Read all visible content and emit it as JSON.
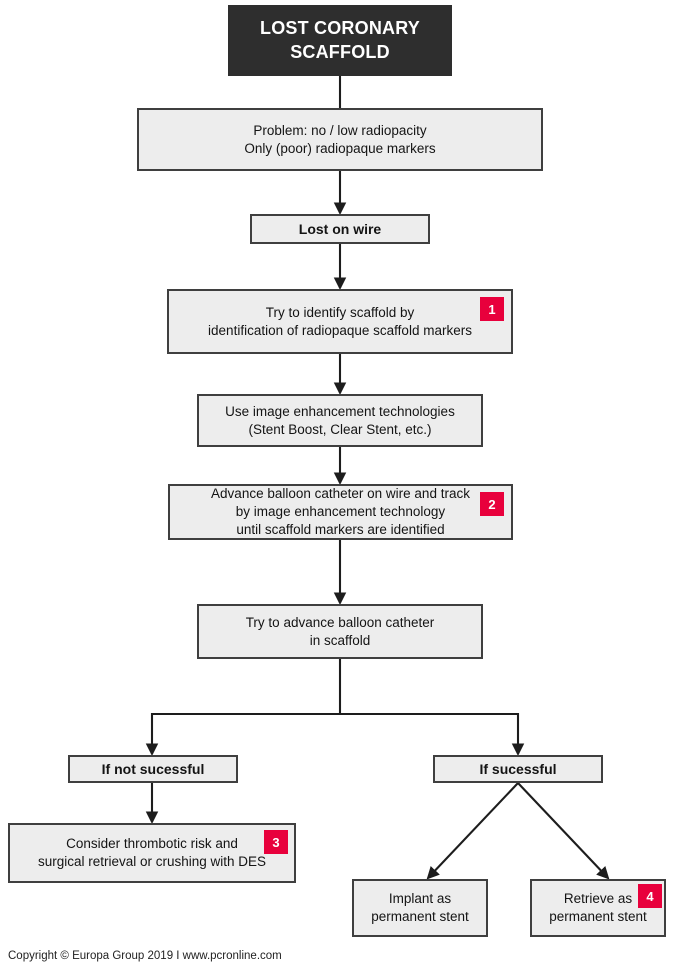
{
  "diagram": {
    "title_node": {
      "text": "LOST CORONARY\nSCAFFOLD"
    },
    "nodes": [
      {
        "id": "problem",
        "text": "Problem: no / low radiopacity\nOnly (poor) radiopaque markers"
      },
      {
        "id": "lost-on-wire",
        "text": "Lost on wire"
      },
      {
        "id": "identify-scaffold",
        "text": "Try to identify scaffold by\nidentification of radiopaque scaffold markers"
      },
      {
        "id": "image-enhancement",
        "text": "Use image enhancement technologies\n(Stent Boost, Clear Stent, etc.)"
      },
      {
        "id": "advance-balloon-track",
        "text": "Advance balloon catheter on wire and track\nby image enhancement technology\nuntil scaffold markers are identified"
      },
      {
        "id": "advance-balloon-scaffold",
        "text": "Try to advance balloon catheter\nin scaffold"
      },
      {
        "id": "if-not-successful",
        "text": "If not sucessful"
      },
      {
        "id": "if-successful",
        "text": "If sucessful"
      },
      {
        "id": "consider-thrombotic",
        "text": "Consider thrombotic risk and\nsurgical retrieval or crushing with DES"
      },
      {
        "id": "implant-permanent",
        "text": "Implant as\npermanent stent"
      },
      {
        "id": "retrieve-permanent",
        "text": "Retrieve as\npermanent stent"
      }
    ],
    "badges": [
      {
        "id": "badge-1",
        "label": "1"
      },
      {
        "id": "badge-2",
        "label": "2"
      },
      {
        "id": "badge-3",
        "label": "3"
      },
      {
        "id": "badge-4",
        "label": "4"
      }
    ],
    "accent_color": "#e8003c",
    "title_background": "#2e2e2e",
    "node_background": "#ededed",
    "node_border": "#3f3f3f"
  },
  "footer": {
    "text": "Copyright © Europa Group 2019 I www.pcronline.com"
  }
}
